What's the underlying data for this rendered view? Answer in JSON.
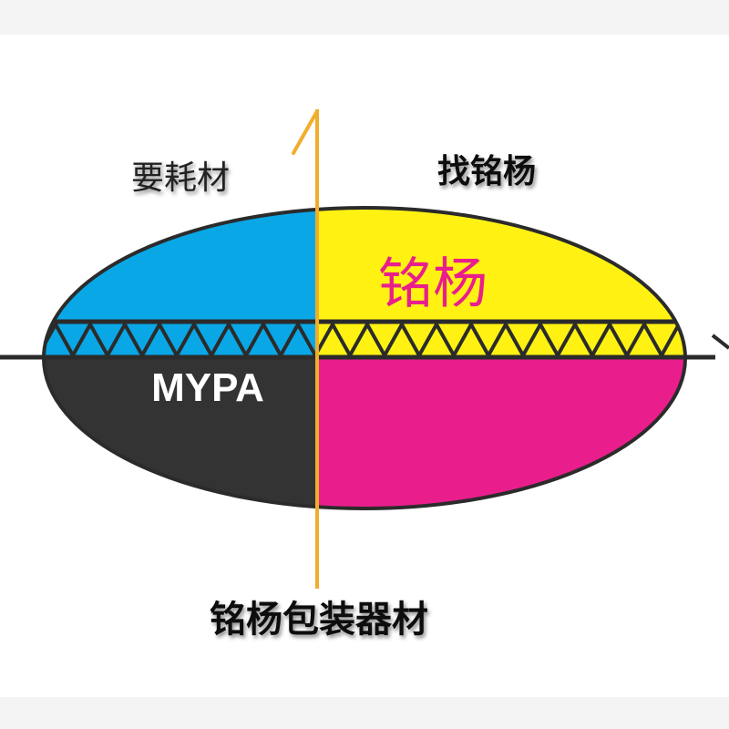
{
  "labels": {
    "top_left": "要耗材",
    "top_right": "找铭杨",
    "brand_cn": "铭杨",
    "brand_en": "MYPA",
    "bottom": "铭杨包装器材"
  },
  "colors": {
    "cyan": "#0aa7e6",
    "yellow": "#fff212",
    "dark": "#333333",
    "magenta": "#e91e8c",
    "axis_orange": "#f1ad2c",
    "outline": "#2b2b2b"
  }
}
